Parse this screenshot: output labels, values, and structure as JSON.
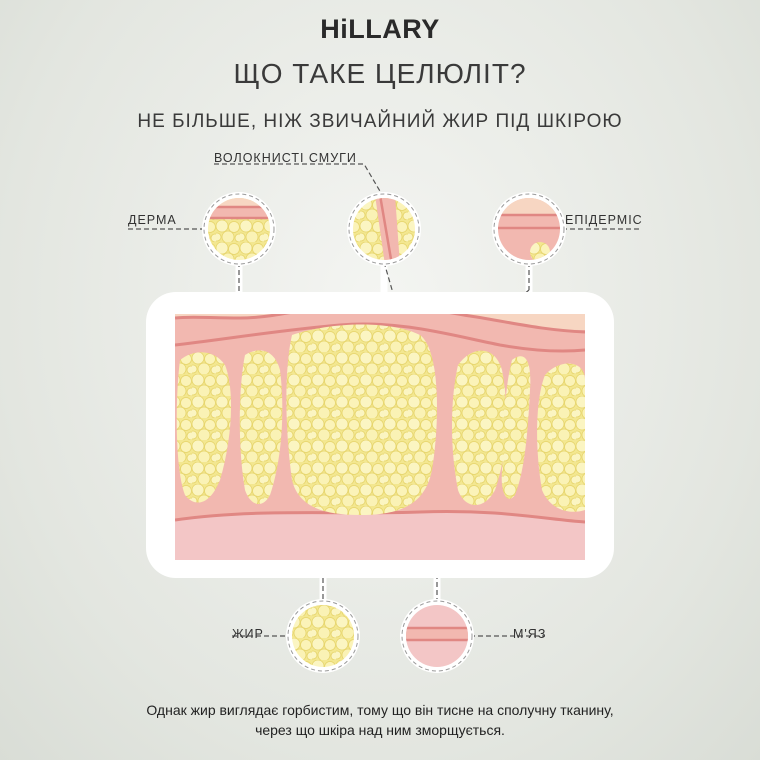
{
  "header": {
    "brand": "HiLLARY",
    "title": "ЩО ТАКЕ ЦЕЛЮЛІТ?",
    "subtitle": "НЕ БІЛЬШЕ, НІЖ ЗВИЧАЙНИЙ ЖИР ПІД ШКІРОЮ"
  },
  "labels": {
    "fibrous": "ВОЛОКНИСТІ СМУГИ",
    "derma": "ДЕРМА",
    "epidermis": "ЕПІДЕРМІС",
    "fat": "ЖИР",
    "muscle": "М'ЯЗ"
  },
  "caption": {
    "line1": "Однак жир виглядає горбистим, тому що він тисне на сполучну тканину,",
    "line2": "через що шкіра над ним зморщується."
  },
  "colors": {
    "fat": "#f6ec9e",
    "fat_edge": "#e8d66a",
    "tissue": "#f2b8b0",
    "skin": "#f7d6c2",
    "muscle": "#f3c6c6",
    "line": "#e08783"
  }
}
